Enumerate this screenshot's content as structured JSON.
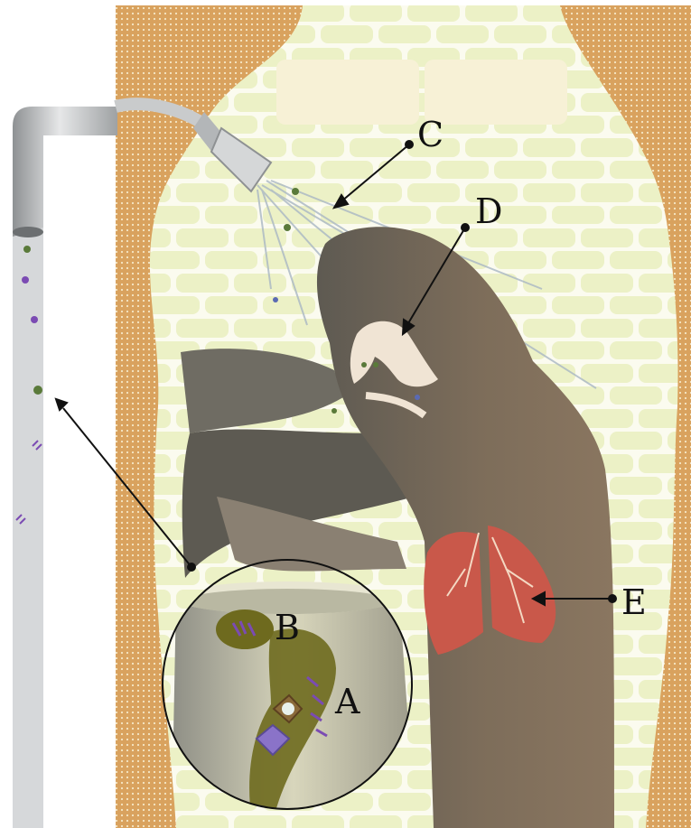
{
  "labels": {
    "a": "A",
    "b": "B",
    "c": "C",
    "d": "D",
    "e": "E"
  },
  "colors": {
    "wall_ochre": "#d9a25e",
    "tile_fill": "#ecf1c6",
    "tile_grout": "#fbfbef",
    "pipe": "#c9cbcc",
    "skin": "#7a6a58",
    "lung": "#c9584a",
    "biofilm": "#6e6a1e",
    "microbe_purple": "#7b4bb3",
    "microbe_green": "#5a7a3a"
  },
  "icons": [
    "shower-head-icon",
    "pipe-icon",
    "lungs-icon",
    "microbe-icon",
    "bacteria-cluster-icon"
  ]
}
